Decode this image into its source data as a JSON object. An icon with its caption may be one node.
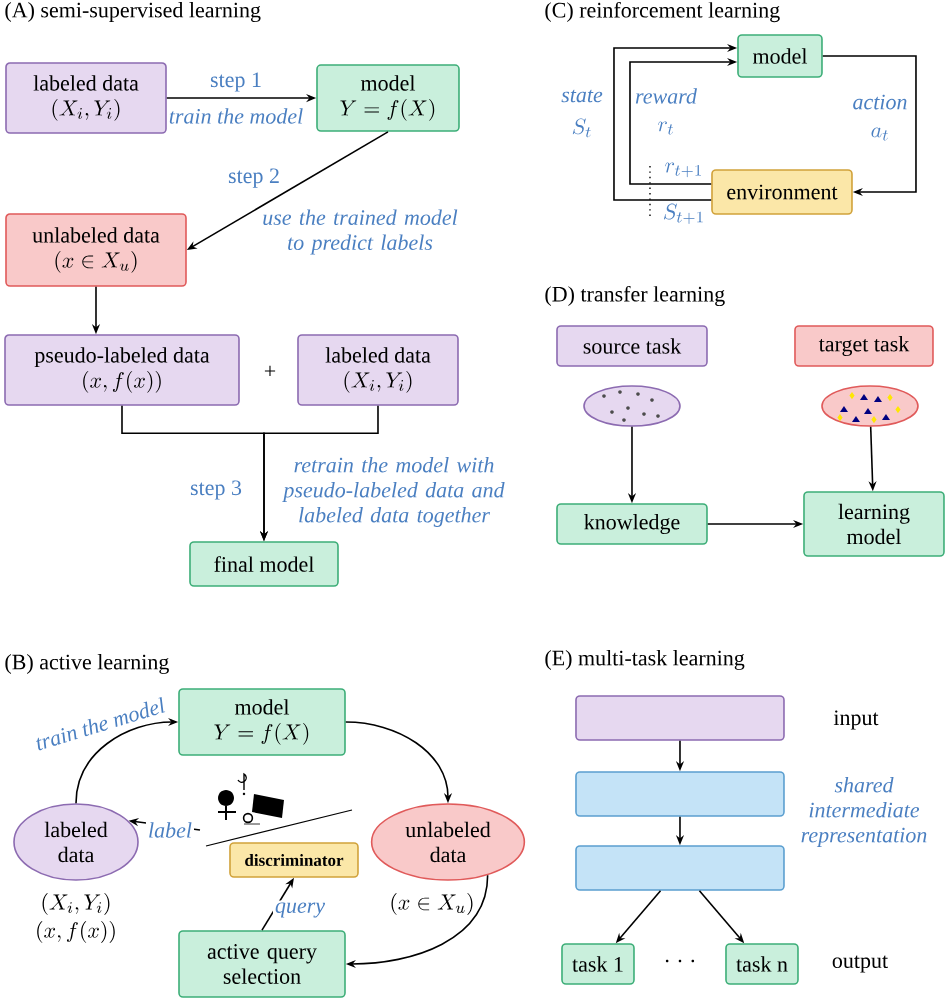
{
  "diagram": {
    "nodes": [
      {
        "text": [
          "labeled data",
          "(X_i, Y_i)"
        ]
      },
      {
        "text": [
          "model",
          "Y = f(X)"
        ]
      },
      {
        "text": [
          "unlabeled data",
          "(x \\in X_u)"
        ]
      },
      {
        "text": [
          "pseudo-labeled data",
          "(x, f(x))"
        ]
      },
      {
        "text": [
          "labeled data",
          "(X_i, Y_i)"
        ]
      },
      {
        "text": [
          "final model"
        ]
      },
      {
        "text": [
          "model",
          "Y = f(X)"
        ]
      },
      {
        "text": [
          "labeled data"
        ],
        "beside": [
          "(X_i, Y_i)",
          "(x, f(x))"
        ]
      },
      {
        "text": [
          "unlabeled data"
        ],
        "beside": [
          "(x \\in X_u)"
        ]
      },
      {
        "text": [
          "discriminator"
        ]
      },
      {
        "text": [
          "active query selection"
        ]
      },
      {
        "text": [
          "model"
        ]
      },
      {
        "text": [
          "environment"
        ]
      },
      {
        "text": [
          "source task"
        ]
      },
      {
        "text": [
          "target task"
        ]
      },
      {
        "text": [],
        "shape": "ellipse"
      },
      {
        "text": [],
        "shape": "ellipse"
      },
      {
        "text": [
          "knowledge"
        ]
      },
      {
        "text": [
          "learning model"
        ]
      },
      {
        "text": [],
        "shape": "box"
      },
      {
        "text": [],
        "shape": "box"
      },
      {
        "text": [],
        "shape": "box"
      },
      {
        "text": [
          "task 1"
        ]
      },
      {
        "text": [
          "task n"
        ]
      }
    ],
    "edges": [
      {
        "from": 0,
        "to": 1,
        "arrow": "to",
        "label": "step 1"
      },
      {
        "from": 1,
        "to": 2,
        "arrow": "to",
        "label": "step 2"
      },
      {
        "from": 2,
        "to": 3,
        "arrow": "to"
      },
      {
        "from": 3,
        "to": 5,
        "arrow": "to",
        "label": "step 3"
      },
      {
        "from": 4,
        "to": 5,
        "arrow": "to"
      },
      {
        "from": 7,
        "to": 6,
        "arrow": "to",
        "label": "train the model"
      },
      {
        "from": 6,
        "to": 8,
        "arrow": "to"
      },
      {
        "from": 8,
        "to": 10,
        "arrow": "to"
      },
      {
        "from": 10,
        "to": 9,
        "arrow": "to",
        "label": "query"
      },
      {
        "from": null,
        "to": 7,
        "arrow": "to",
        "label": "label"
      },
      {
        "from": 11,
        "to": 12,
        "arrow": "to",
        "label": "action"
      },
      {
        "from": 12,
        "to": 11,
        "arrow": "to",
        "label": "reward"
      },
      {
        "from": 12,
        "to": 11,
        "arrow": "to",
        "label": "state"
      },
      {
        "from": 15,
        "to": 17,
        "arrow": "to"
      },
      {
        "from": 16,
        "to": 18,
        "arrow": "to"
      },
      {
        "from": 17,
        "to": 18,
        "arrow": "to"
      },
      {
        "from": 19,
        "to": 20,
        "arrow": "to"
      },
      {
        "from": 20,
        "to": 21,
        "arrow": "to"
      },
      {
        "from": 21,
        "to": 22,
        "arrow": "to"
      },
      {
        "from": 21,
        "to": 23,
        "arrow": "to"
      }
    ],
    "labels": [
      "(A) semi-supervised learning",
      "train the model",
      "use the trained model to predict labels",
      "+",
      "retrain the model with pseudo-labeled data and labeled data together",
      "(B) active learning",
      "(C) reinforcement learning",
      "S_t",
      "r_t",
      "a_t",
      "r_{t+1}",
      "S_{t+1}",
      "(D) transfer learning",
      "(E) multi-task learning",
      "input",
      "shared intermediate representation",
      "· · ·",
      "output"
    ]
  }
}
